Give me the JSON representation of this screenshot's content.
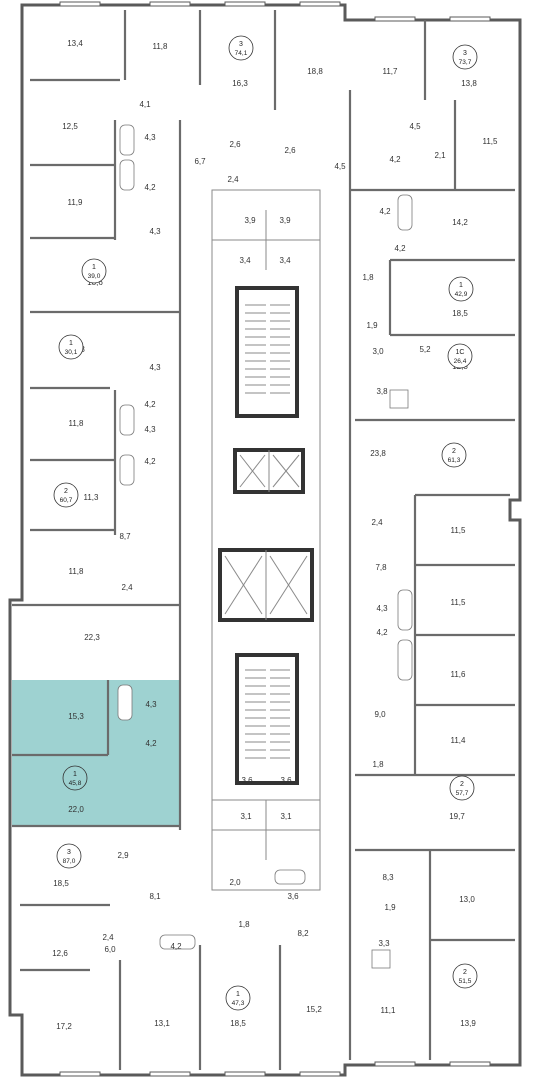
{
  "colors": {
    "highlight_fill": "#9ed2d1",
    "wall": "#6b6b6b",
    "core": "#333333",
    "background": "#ffffff"
  },
  "highlighted_apartment": {
    "rooms": "1",
    "area": "45,8",
    "labels": [
      "15,3",
      "4,3",
      "4,2",
      "22,0"
    ]
  },
  "room_labels": [
    "13,4",
    "11,8",
    "16,3",
    "18,8",
    "11,7",
    "13,8",
    "12,5",
    "4,1",
    "4,3",
    "2,6",
    "6,7",
    "2,6",
    "4,5",
    "4,5",
    "4,2",
    "2,1",
    "11,5",
    "11,9",
    "4,2",
    "2,4",
    "4,3",
    "3,9",
    "3,9",
    "4,2",
    "14,2",
    "18,6",
    "3,4",
    "3,4",
    "4,2",
    "1,8",
    "18,5",
    "1,9",
    "18,8",
    "3,0",
    "5,2",
    "12,5",
    "4,3",
    "3,8",
    "11,8",
    "4,2",
    "23,8",
    "4,3",
    "4,2",
    "11,3",
    "2,4",
    "11,5",
    "8,7",
    "7,8",
    "11,8",
    "2,4",
    "11,5",
    "22,3",
    "4,3",
    "4,2",
    "11,6",
    "9,0",
    "11,4",
    "1,8",
    "19,7",
    "3,6",
    "3,6",
    "3,1",
    "3,1",
    "2,9",
    "18,5",
    "8,3",
    "2,0",
    "3,6",
    "1,9",
    "13,0",
    "8,1",
    "1,8",
    "8,2",
    "3,3",
    "12,6",
    "2,4",
    "6,0",
    "4,2",
    "17,2",
    "13,1",
    "18,5",
    "15,2",
    "11,1",
    "13,9"
  ],
  "apartments": [
    {
      "rooms": "3",
      "area": "74,1"
    },
    {
      "rooms": "3",
      "area": "73,7"
    },
    {
      "rooms": "1",
      "area": "39,0"
    },
    {
      "rooms": "1",
      "area": "42,9"
    },
    {
      "rooms": "1",
      "area": "30,1"
    },
    {
      "rooms": "1С",
      "area": "26,4"
    },
    {
      "rooms": "2",
      "area": "61,3"
    },
    {
      "rooms": "2",
      "area": "60,7"
    },
    {
      "rooms": "2",
      "area": "57,7"
    },
    {
      "rooms": "3",
      "area": "87,0"
    },
    {
      "rooms": "1",
      "area": "47,3"
    },
    {
      "rooms": "2",
      "area": "51,5"
    }
  ]
}
